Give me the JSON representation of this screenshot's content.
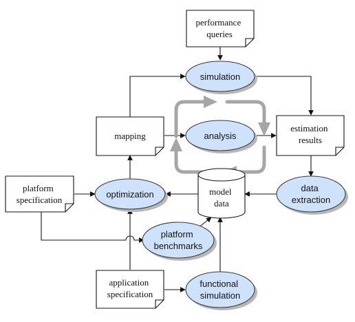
{
  "documents": {
    "performance_queries": [
      "performance",
      "queries"
    ],
    "mapping": [
      "mapping"
    ],
    "estimation_results": [
      "estimation",
      "results"
    ],
    "platform_specification": [
      "platform",
      "specification"
    ],
    "application_specification": [
      "application",
      "specification"
    ]
  },
  "processes": {
    "simulation": [
      "simulation"
    ],
    "analysis": [
      "analysis"
    ],
    "optimization": [
      "optimization"
    ],
    "data_extraction": [
      "data",
      "extraction"
    ],
    "platform_benchmarks": [
      "platform",
      "benchmarks"
    ],
    "functional_simulation": [
      "functional",
      "simulation"
    ]
  },
  "datastore": {
    "model_data": [
      "model",
      "data"
    ]
  },
  "colors": {
    "process_fill": "#cfe2fb",
    "process_stroke": "#3a3a3a",
    "process_shadow": "#b8b8b8",
    "document_fill": "#ffffff",
    "edge": "#111111",
    "cycle_arrow": "#a6a6a6"
  }
}
